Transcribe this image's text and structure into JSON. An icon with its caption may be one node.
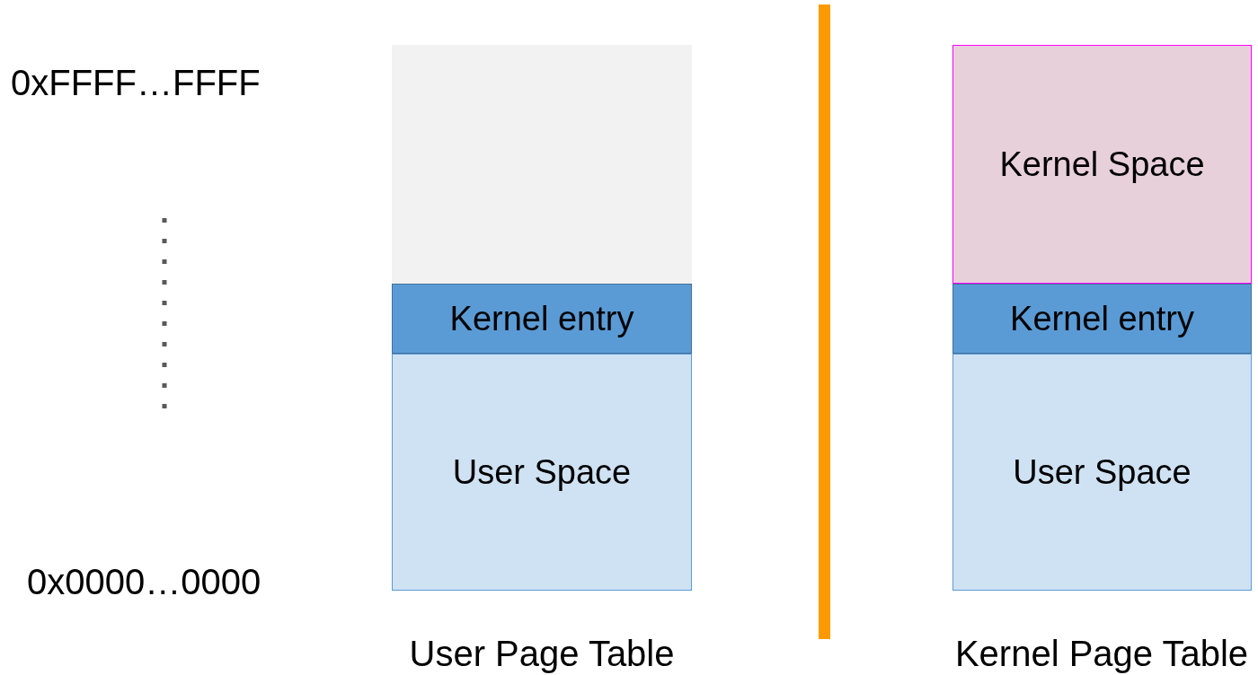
{
  "diagram": {
    "nodes": [
      {
        "text": [],
        "shape": "box"
      },
      {
        "text": [
          "Kernel entry"
        ]
      },
      {
        "text": [
          "User Space"
        ]
      },
      {
        "text": [
          "Kernel Space"
        ]
      },
      {
        "text": [
          "Kernel entry"
        ]
      },
      {
        "text": [
          "User Space"
        ]
      }
    ],
    "edges": [],
    "labels": [
      "0xFFFF…FFFF",
      "0x0000…0000",
      "User Page Table",
      "Kernel Page Table"
    ]
  }
}
